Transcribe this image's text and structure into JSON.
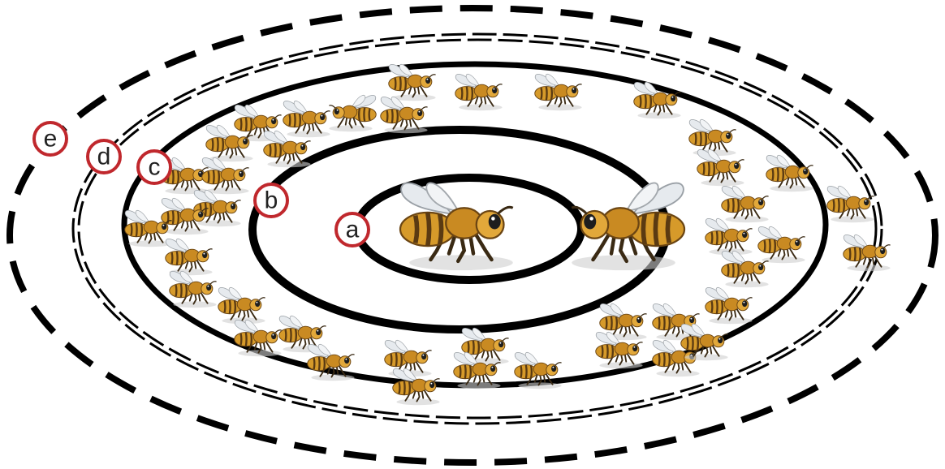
{
  "diagram": {
    "labels": {
      "a": "a",
      "b": "b",
      "c": "c",
      "d": "d",
      "e": "e"
    },
    "colors": {
      "ring": "#000000",
      "label_circle": "#c0282d",
      "bee_body": "#d69a2a",
      "bee_stripe": "#5a3a12",
      "bee_wing": "#e8ecef"
    },
    "icons": {
      "center_pair": "bee-icon",
      "crowd": "bee-icon"
    }
  }
}
